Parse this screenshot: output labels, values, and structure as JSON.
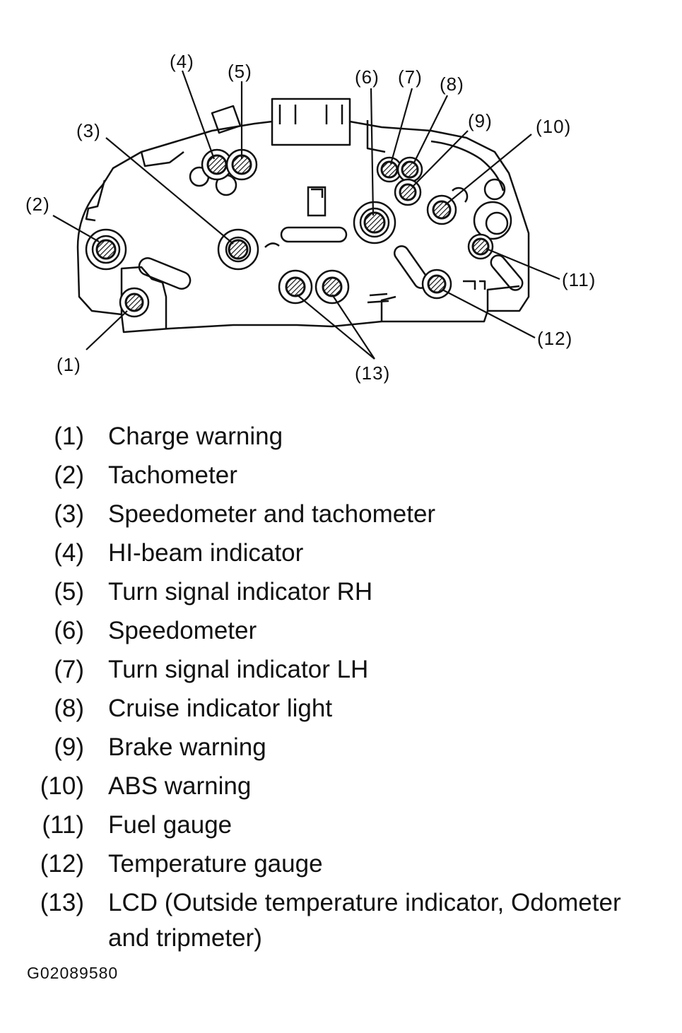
{
  "callouts": {
    "c1": "(1)",
    "c2": "(2)",
    "c3": "(3)",
    "c4": "(4)",
    "c5": "(5)",
    "c6": "(6)",
    "c7": "(7)",
    "c8": "(8)",
    "c9": "(9)",
    "c10": "(10)",
    "c11": "(11)",
    "c12": "(12)",
    "c13": "(13)"
  },
  "legend": [
    {
      "num": "(1)",
      "desc": "Charge warning"
    },
    {
      "num": "(2)",
      "desc": "Tachometer"
    },
    {
      "num": "(3)",
      "desc": "Speedometer and tachometer"
    },
    {
      "num": "(4)",
      "desc": "HI-beam indicator"
    },
    {
      "num": "(5)",
      "desc": "Turn signal indicator RH"
    },
    {
      "num": "(6)",
      "desc": "Speedometer"
    },
    {
      "num": "(7)",
      "desc": "Turn signal indicator LH"
    },
    {
      "num": "(8)",
      "desc": "Cruise indicator light"
    },
    {
      "num": "(9)",
      "desc": "Brake warning"
    },
    {
      "num": "(10)",
      "desc": "ABS warning"
    },
    {
      "num": "(11)",
      "desc": "Fuel gauge"
    },
    {
      "num": "(12)",
      "desc": "Temperature gauge"
    },
    {
      "num": "(13)",
      "desc": "LCD (Outside temperature indicator, Odometer and tripmeter)"
    }
  ],
  "figure_code": "G02089580"
}
